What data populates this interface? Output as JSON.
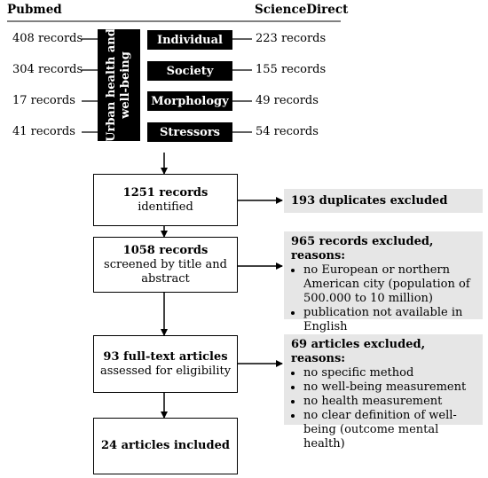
{
  "sources": {
    "left": "Pubmed",
    "right": "ScienceDirect"
  },
  "vertical_label": {
    "line1": "Urban health and",
    "line2": "well-being"
  },
  "categories": [
    {
      "label": "Individual",
      "pubmed": "408 records",
      "sciencedirect": "223 records"
    },
    {
      "label": "Society",
      "pubmed": "304 records",
      "sciencedirect": "155 records"
    },
    {
      "label": "Morphology",
      "pubmed": "17 records",
      "sciencedirect": "49 records"
    },
    {
      "label": "Stressors",
      "pubmed": "41 records",
      "sciencedirect": "54 records"
    }
  ],
  "flow": [
    {
      "bold": "1251 records",
      "text": "identified"
    },
    {
      "bold": "1058 records",
      "text": "screened by title and abstract"
    },
    {
      "bold": "93 full-text articles",
      "text": "assessed for eligibility"
    },
    {
      "bold": "24 articles included",
      "text": ""
    }
  ],
  "exclusions": [
    {
      "title": "193 duplicates excluded",
      "items": []
    },
    {
      "title": "965 records excluded, reasons:",
      "items": [
        "no European or northern American city (population of 500.000 to 10 million)",
        "publication not available in English"
      ]
    },
    {
      "title": "69 articles excluded, reasons:",
      "items": [
        "no specific method",
        "no well-being measurement",
        "no health measurement",
        "no clear definition of well-being (outcome mental health)"
      ]
    }
  ]
}
